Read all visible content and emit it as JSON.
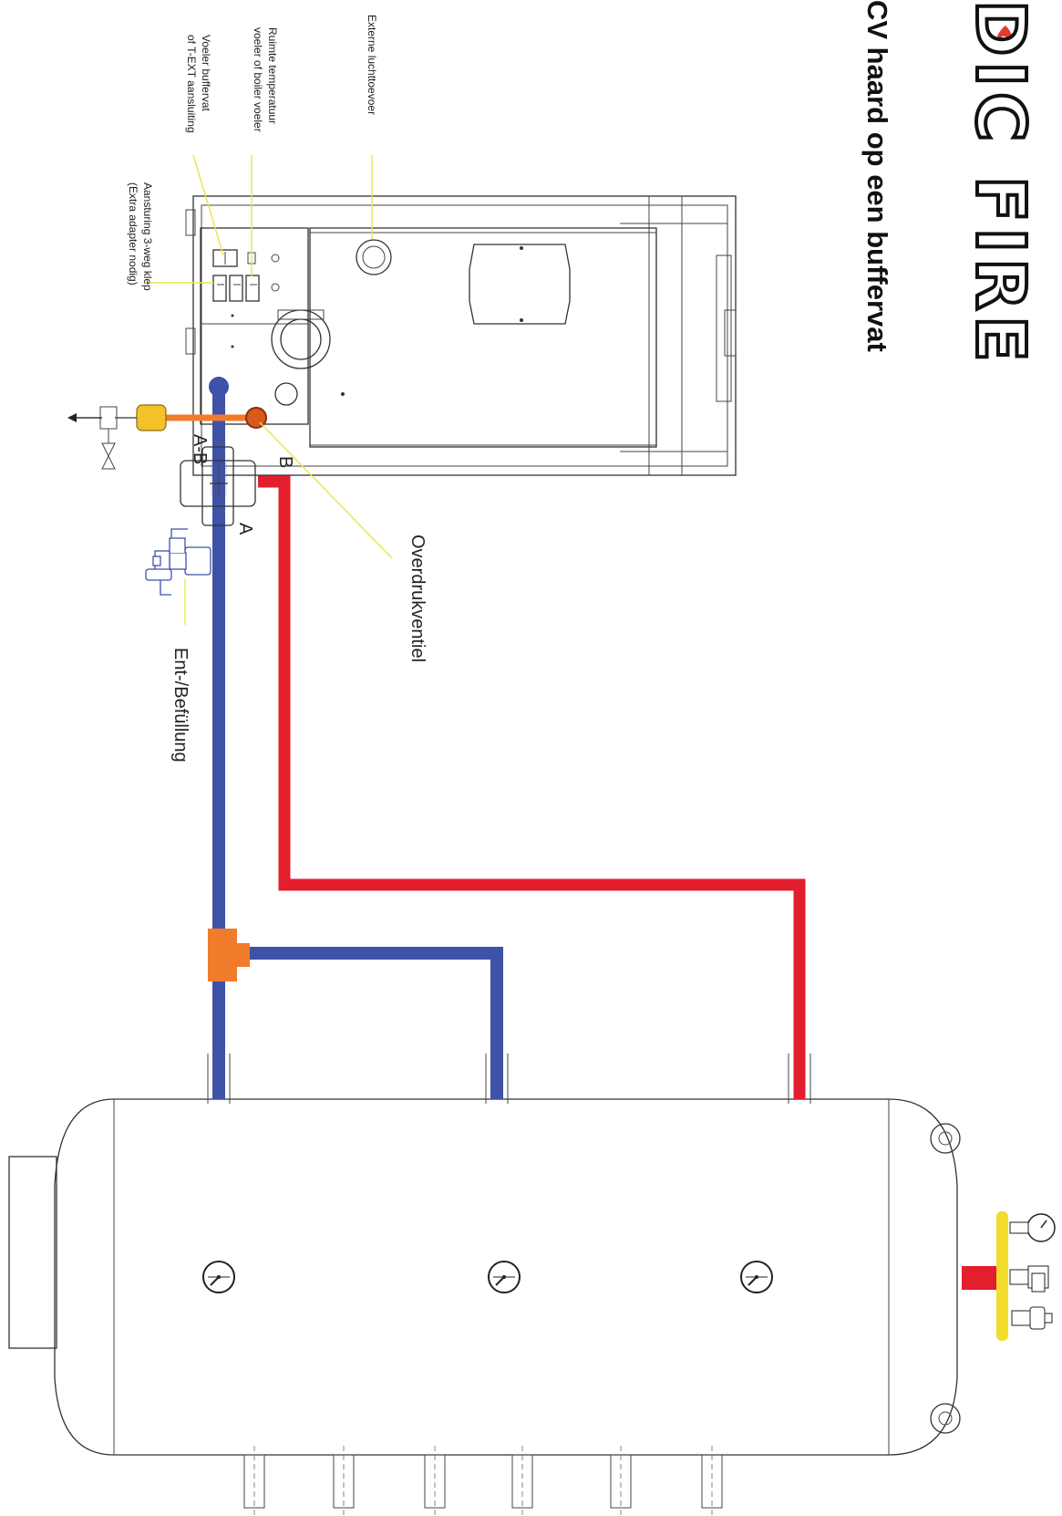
{
  "header": {
    "brand": "DIC FIRE",
    "subtitle": "CV haard op een buffervat"
  },
  "labels": {
    "air_supply": "Externe luchttoevoer",
    "room_sensor_line1": "Ruimte temperatuur",
    "room_sensor_line2": "voeler of boiler voeler",
    "buffer_sensor_line1": "Voeler buffervat",
    "buffer_sensor_line2": "of T-EXT aansluiting",
    "valve_control_line1": "Aansturing 3-weg klep",
    "valve_control_line2": "(Extra adapter nodig)",
    "overpressure_valve": "Overdrukventiel",
    "fill_drain": "Ent-/Befüllung",
    "port_a": "A",
    "port_b": "B",
    "port_ab": "A-B"
  },
  "colors": {
    "supply_pipe": "#e31e2d",
    "return_pipe": "#3e52a8",
    "tee_fitting": "#f07c2b",
    "overflow_pipe": "#f07c2b",
    "callout_line": "#e9e54a",
    "safety_group": "#f3dc2a",
    "brand_flame": "#e23b2e"
  }
}
